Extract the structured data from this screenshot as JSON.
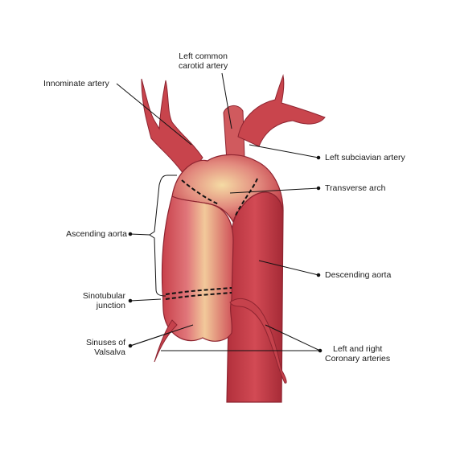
{
  "labels": {
    "left_common_carotid": [
      "Left common",
      "carotid artery"
    ],
    "innominate": [
      "Innominate artery"
    ],
    "left_subclavian": [
      "Left subciavian artery"
    ],
    "transverse_arch": [
      "Transverse arch"
    ],
    "ascending_aorta": [
      "Ascending aorta"
    ],
    "descending_aorta": [
      "Descending aorta"
    ],
    "sinotubular": [
      "Sinotubular",
      "junction"
    ],
    "sinuses": [
      "Sinuses of",
      "Valsalva"
    ],
    "coronary": [
      "Left and right",
      "Coronary arteries"
    ]
  },
  "colors": {
    "vessel_base": "#c93a45",
    "vessel_dark": "#9e2a35",
    "highlight": "#f3d9a0",
    "outline": "#7a1f28",
    "leader": "#111111"
  }
}
